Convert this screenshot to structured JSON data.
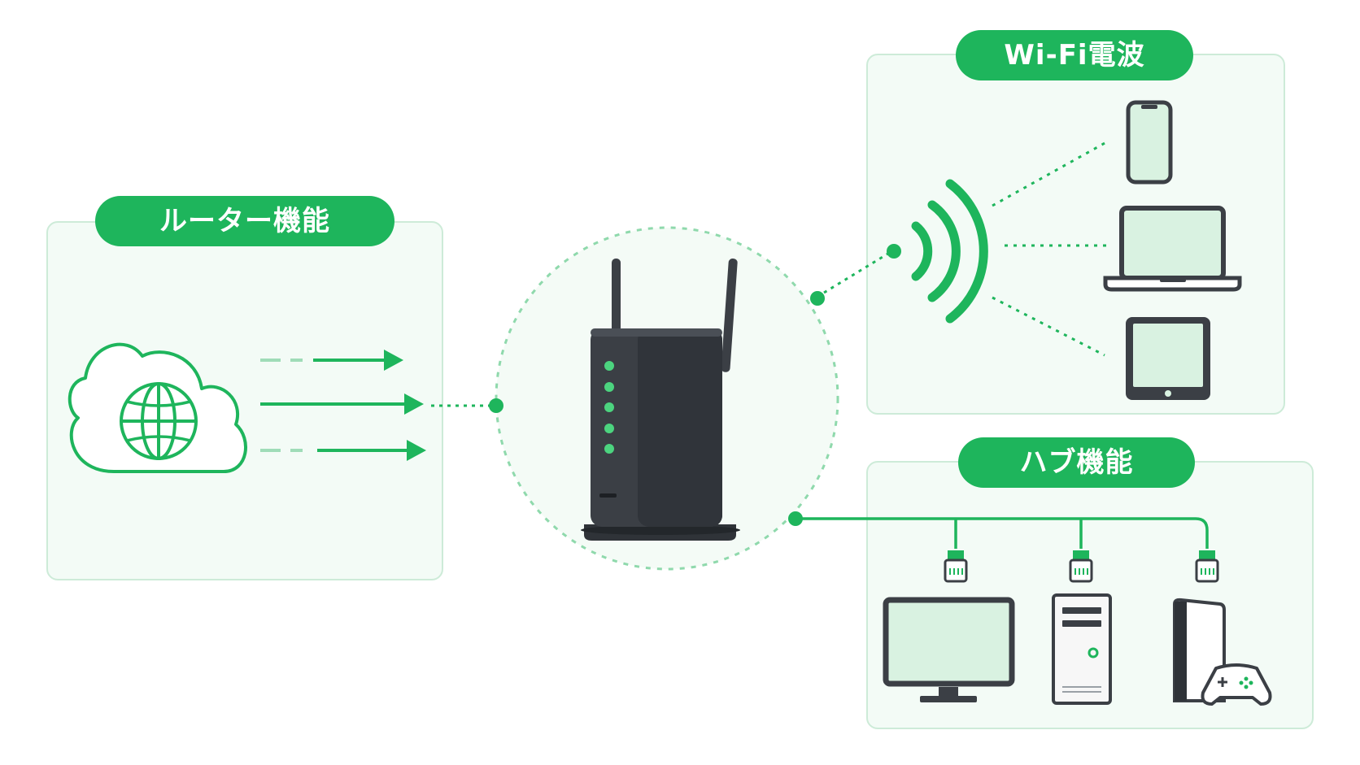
{
  "labels": {
    "router_function": "ルーター機能",
    "wifi": "Wi-Fi電波",
    "hub_function": "ハブ機能"
  },
  "colors": {
    "accent": "#1eb55c",
    "panel_bg": "#f3fbf6",
    "panel_border": "#cdebd8",
    "device_dark": "#3b3f45",
    "screen_fill": "#d9f2e1"
  },
  "icons": {
    "internet": "cloud-globe-icon",
    "router": "wireless-router-icon",
    "wifi": "wifi-waves-icon",
    "wireless_devices": [
      "smartphone-icon",
      "laptop-icon",
      "tablet-icon"
    ],
    "wired_devices": [
      "monitor-icon",
      "desktop-tower-icon",
      "game-console-icon"
    ],
    "connector": "lan-plug-icon"
  }
}
